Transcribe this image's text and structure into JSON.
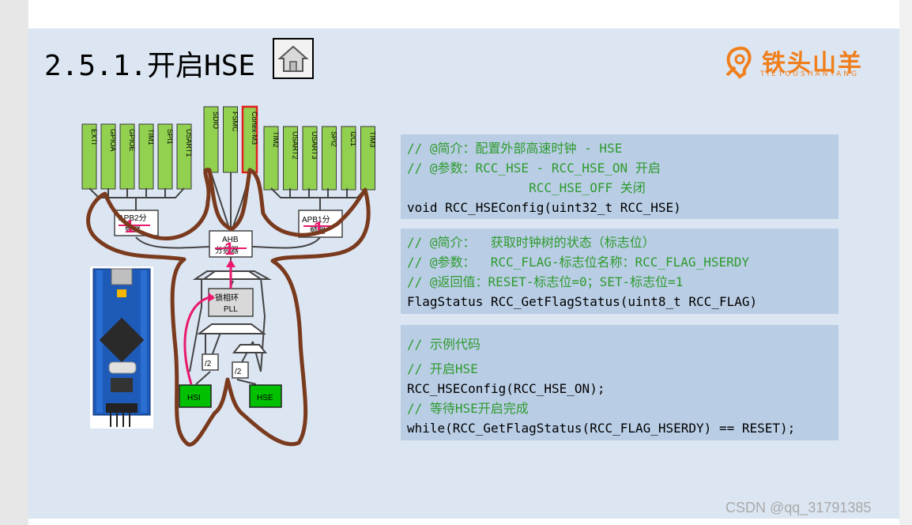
{
  "slide": {
    "title": "2.5.1.开启HSE",
    "home_icon": "home-icon"
  },
  "logo": {
    "icon": "ram-head-icon",
    "text": "铁头山羊",
    "subtitle": "TIETOUSHANYANG",
    "color": "#f07e1b"
  },
  "diagram": {
    "apb2_peripherals": [
      "EXTI",
      "GPIOA",
      "GPIOE",
      "TIM1",
      "SPI1",
      "USART1"
    ],
    "ahb_peripherals": [
      "SDIO",
      "FSMC",
      "Cortex-M3"
    ],
    "apb1_peripherals": [
      "TIM2",
      "USART2",
      "USART3",
      "SPI2",
      "I2C1",
      "TIM3"
    ],
    "apb2_prescaler": "APB2分频器",
    "apb1_prescaler": "APB1分频器",
    "ahb_prescaler": "AHB分频器",
    "pll": "锁相环PLL",
    "pll_line1": "锁相环",
    "pll_line2": "PLL",
    "div2_a": "/2",
    "div2_b": "/2",
    "hsi": "HSI",
    "hse": "HSE",
    "prescaler_value": "1",
    "colors": {
      "peripheral": "#92d050",
      "highlight_border": "#e02020",
      "marker": "#e8196c",
      "ram_outline": "#7a3a1e"
    }
  },
  "code_blocks": [
    {
      "lines": [
        {
          "text": "// @简介：配置外部高速时钟 - HSE",
          "comment": true
        },
        {
          "text": "// @参数：RCC_HSE - RCC_HSE_ON 开启",
          "comment": true
        },
        {
          "text": "                RCC_HSE_OFF 关闭",
          "comment": true
        },
        {
          "text": "void RCC_HSEConfig(uint32_t RCC_HSE)",
          "comment": false
        }
      ]
    },
    {
      "lines": [
        {
          "text": "// @简介：  获取时钟树的状态（标志位）",
          "comment": true
        },
        {
          "text": "// @参数：  RCC_FLAG-标志位名称：RCC_FLAG_HSERDY",
          "comment": true
        },
        {
          "text": "// @返回值：RESET-标志位=0；SET-标志位=1",
          "comment": true
        },
        {
          "text": "FlagStatus RCC_GetFlagStatus(uint8_t RCC_FLAG)",
          "comment": false
        }
      ]
    },
    {
      "lines": [
        {
          "text": "// 示例代码",
          "comment": true
        },
        {
          "text": "",
          "comment": false
        },
        {
          "text": "// 开启HSE",
          "comment": true
        },
        {
          "text": "RCC_HSEConfig(RCC_HSE_ON);",
          "comment": false
        },
        {
          "text": "// 等待HSE开启完成",
          "comment": true
        },
        {
          "text": "while(RCC_GetFlagStatus(RCC_FLAG_HSERDY) == RESET);",
          "comment": false
        }
      ]
    }
  ],
  "watermark": "CSDN @qq_31791385"
}
